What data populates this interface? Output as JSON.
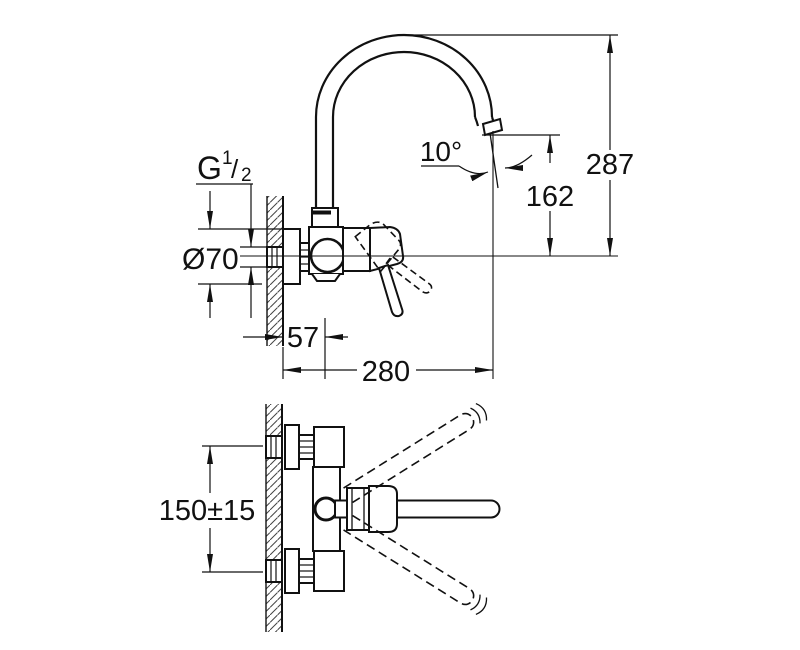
{
  "drawing": {
    "type": "technical-installation-diagram",
    "views": {
      "side_view": "side elevation of wall-mounted mixer with gooseneck spout",
      "plan_view": "top view showing spout swivel range"
    },
    "colors": {
      "line": "#111111",
      "background": "#ffffff"
    },
    "dimensions": {
      "thread": {
        "prefix": "G",
        "num": "1",
        "slash": "/",
        "den": "2"
      },
      "flange_diameter": "Ø70",
      "wall_to_riser": "57",
      "wall_to_outlet": "280",
      "outlet_angle": "10°",
      "outlet_height": "162",
      "total_height": "287",
      "inlet_spacing": "150±15"
    }
  }
}
